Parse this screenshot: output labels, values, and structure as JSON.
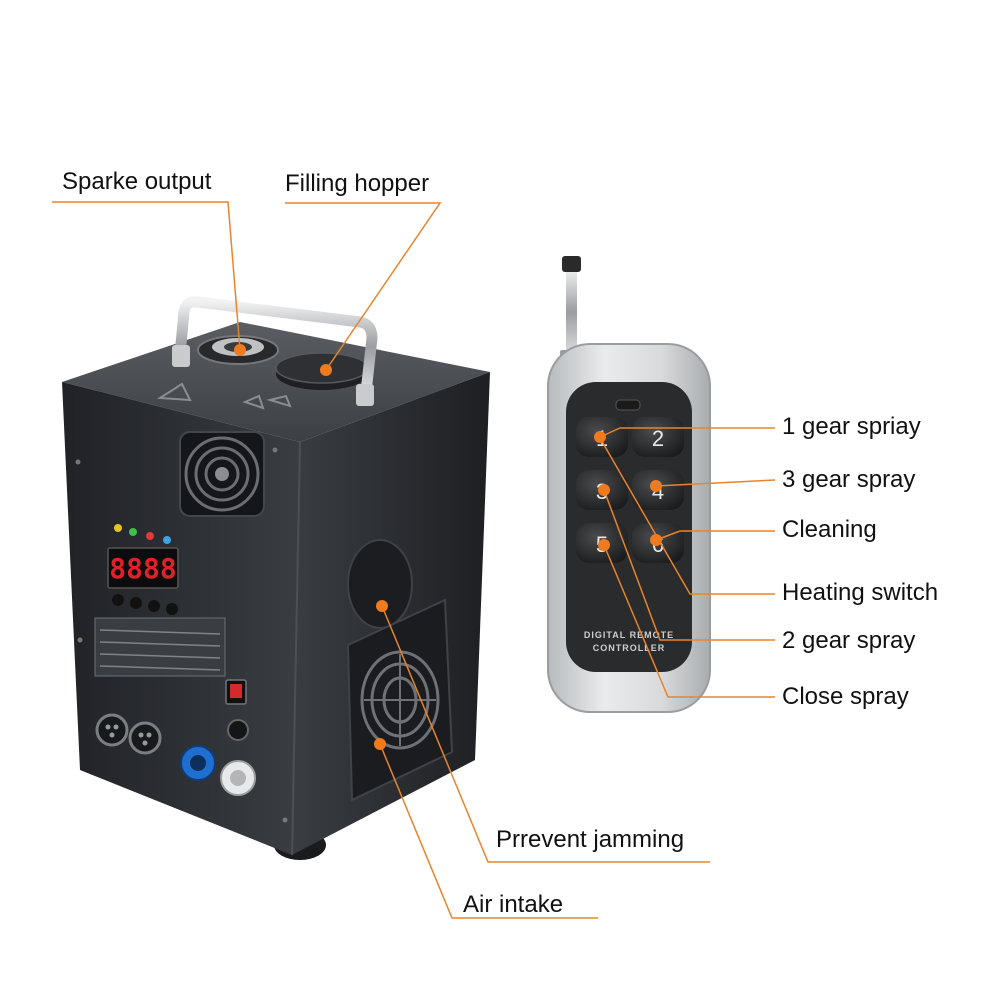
{
  "colors": {
    "leader": "#e8842c",
    "dot": "#f07a1e",
    "machine_body": "#2b2d30",
    "remote_shell": "#cfd2d4",
    "remote_face": "#2a2b2d",
    "lcd": "#e0202a",
    "socket_blue": "#1f6fd1"
  },
  "callouts": {
    "sparke_output": "Sparke output",
    "filling_hopper": "Filling hopper",
    "gear1": "1 gear spriay",
    "gear3": "3 gear spray",
    "cleaning": "Cleaning",
    "heating": "Heating switch",
    "gear2": "2 gear spray",
    "close": "Close spray",
    "jamming": "Prrevent jamming",
    "intake": "Air intake"
  },
  "remote": {
    "buttons": [
      "1",
      "2",
      "3",
      "4",
      "5",
      "6"
    ],
    "label_line1": "DIGITAL REMOTE",
    "label_line2": "CONTROLLER"
  },
  "machine": {
    "lcd_display": "8888"
  },
  "icons": [
    "handle-icon",
    "fan-grille-icon",
    "xlr-connector-icon",
    "power-socket-icon",
    "power-switch-icon",
    "antenna-icon"
  ]
}
